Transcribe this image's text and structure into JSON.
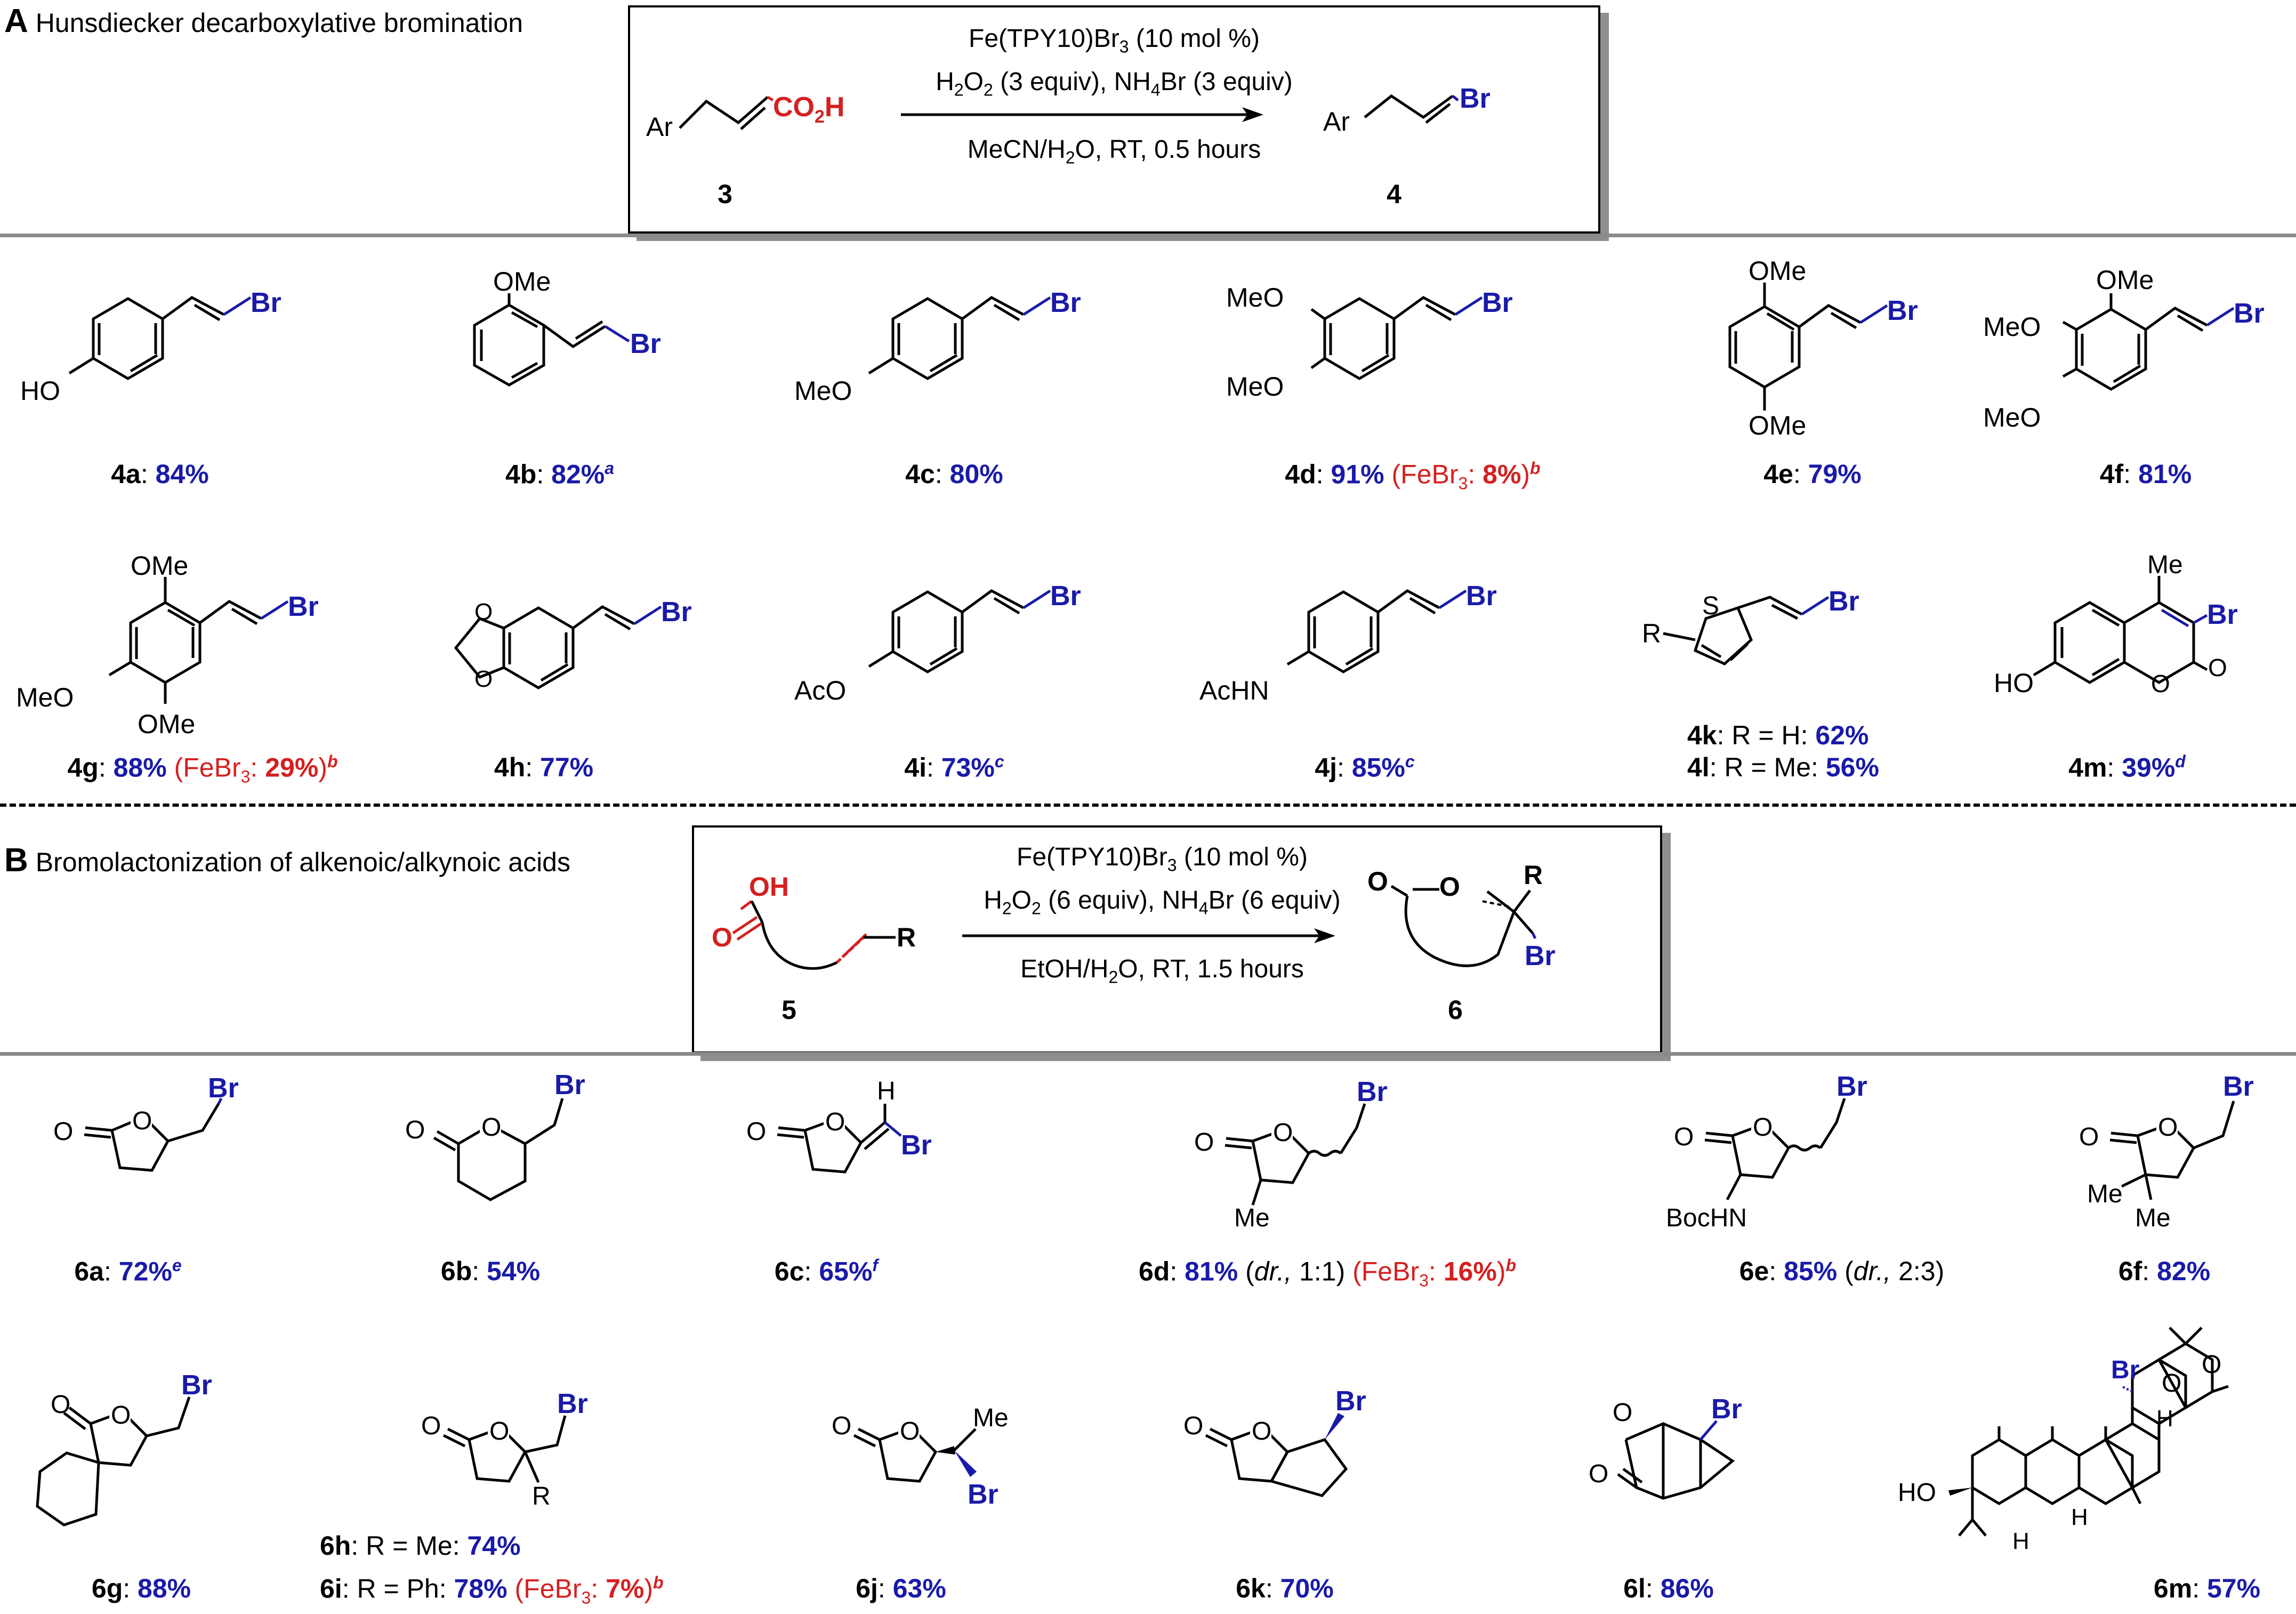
{
  "panel_a": {
    "letter": "A",
    "title": "Hunsdiecker decarboxylative bromination",
    "scheme": {
      "reactant_ar": "Ar",
      "reactant_group": "CO",
      "reactant_group_sub": "2",
      "reactant_group_h": "H",
      "reactant_label": "3",
      "product_ar": "Ar",
      "product_br": "Br",
      "product_label": "4",
      "cond1_a": "Fe(TPY10)Br",
      "cond1_sub": "3",
      "cond1_b": " (10 mol %)",
      "cond2_a": "H",
      "cond2_sub1": "2",
      "cond2_b": "O",
      "cond2_sub2": "2",
      "cond2_c": " (3 equiv), NH",
      "cond2_sub3": "4",
      "cond2_d": "Br (3 equiv)",
      "cond3_a": "MeCN/H",
      "cond3_sub": "2",
      "cond3_b": "O, RT, 0.5 hours"
    },
    "compounds": [
      {
        "id": "4a",
        "colon": ": ",
        "yield": "84%"
      },
      {
        "id": "4b",
        "colon": ": ",
        "yield": "82%",
        "note": "a"
      },
      {
        "id": "4c",
        "colon": ": ",
        "yield": "80%"
      },
      {
        "id": "4d",
        "colon": ": ",
        "yield": "91%",
        "paren_open": " (FeBr",
        "paren_sub": "3",
        "paren_colon": ": ",
        "paren_yield": "8%",
        "paren_close": ")",
        "note": "b"
      },
      {
        "id": "4e",
        "colon": ": ",
        "yield": "79%"
      },
      {
        "id": "4f",
        "colon": ": ",
        "yield": "81%"
      },
      {
        "id": "4g",
        "colon": ": ",
        "yield": "88%",
        "paren_open": " (FeBr",
        "paren_sub": "3",
        "paren_colon": ": ",
        "paren_yield": "29%",
        "paren_close": ")",
        "note": "b"
      },
      {
        "id": "4h",
        "colon": ": ",
        "yield": "77%"
      },
      {
        "id": "4i",
        "colon": ": ",
        "yield": "73%",
        "note": "c"
      },
      {
        "id": "4j",
        "colon": ": ",
        "yield": "85%",
        "note": "c"
      },
      {
        "id": "4k",
        "colon": ": R = H: ",
        "yield": "62%"
      },
      {
        "id": "4l",
        "colon": ": R = Me: ",
        "yield": "56%"
      },
      {
        "id": "4m",
        "colon": ": ",
        "yield": "39%",
        "note": "d"
      }
    ],
    "atoms": {
      "br": "Br",
      "ho": "HO",
      "ome": "OMe",
      "meo": "MeO",
      "aco": "AcO",
      "achn": "AcHN",
      "s": "S",
      "r": "R",
      "me": "Me",
      "o": "O"
    }
  },
  "panel_b": {
    "letter": "B",
    "title": "Bromolactonization of alkenoic/alkynoic acids",
    "scheme": {
      "reactant_oh": "OH",
      "reactant_o": "O",
      "reactant_r": "R",
      "reactant_label": "5",
      "product_o1": "O",
      "product_o2": "O",
      "product_r": "R",
      "product_br": "Br",
      "product_label": "6",
      "cond1_a": "Fe(TPY10)Br",
      "cond1_sub": "3",
      "cond1_b": " (10 mol %)",
      "cond2_a": "H",
      "cond2_sub1": "2",
      "cond2_b": "O",
      "cond2_sub2": "2",
      "cond2_c": " (6 equiv), NH",
      "cond2_sub3": "4",
      "cond2_d": "Br (6 equiv)",
      "cond3_a": "EtOH/H",
      "cond3_sub": "2",
      "cond3_b": "O, RT, 1.5 hours"
    },
    "compounds": [
      {
        "id": "6a",
        "colon": ": ",
        "yield": "72%",
        "note": "e"
      },
      {
        "id": "6b",
        "colon": ": ",
        "yield": "54%"
      },
      {
        "id": "6c",
        "colon": ": ",
        "yield": "65%",
        "note": "f"
      },
      {
        "id": "6d",
        "colon": ": ",
        "yield": "81%",
        "dr_open": " (",
        "dr_label": "dr.,",
        "dr_value": " 1:1)",
        "paren_open": " (FeBr",
        "paren_sub": "3",
        "paren_colon": ": ",
        "paren_yield": "16%",
        "paren_close": ")",
        "note": "b"
      },
      {
        "id": "6e",
        "colon": ": ",
        "yield": "85%",
        "dr_open": " (",
        "dr_label": "dr.,",
        "dr_value": " 2:3)"
      },
      {
        "id": "6f",
        "colon": ": ",
        "yield": "82%"
      },
      {
        "id": "6g",
        "colon": ": ",
        "yield": "88%"
      },
      {
        "id": "6h",
        "colon": ": R = Me: ",
        "yield": "74%"
      },
      {
        "id": "6i",
        "colon": ": R = Ph: ",
        "yield": "78%",
        "paren_open": "  (FeBr",
        "paren_sub": "3",
        "paren_colon": ": ",
        "paren_yield": "7%",
        "paren_close": ")",
        "note": "b"
      },
      {
        "id": "6j",
        "colon": ": ",
        "yield": "63%"
      },
      {
        "id": "6k",
        "colon": ": ",
        "yield": "70%"
      },
      {
        "id": "6l",
        "colon": ": ",
        "yield": "86%"
      },
      {
        "id": "6m",
        "colon": ": ",
        "yield": "57%"
      }
    ],
    "atoms": {
      "br": "Br",
      "o": "O",
      "h": "H",
      "me": "Me",
      "bochn": "BocHN",
      "r": "R",
      "ho": "HO"
    }
  },
  "colors": {
    "product_blue": "#1a1aa8",
    "reactive_red": "#d42020",
    "rule_gray": "#8a8a8a"
  }
}
